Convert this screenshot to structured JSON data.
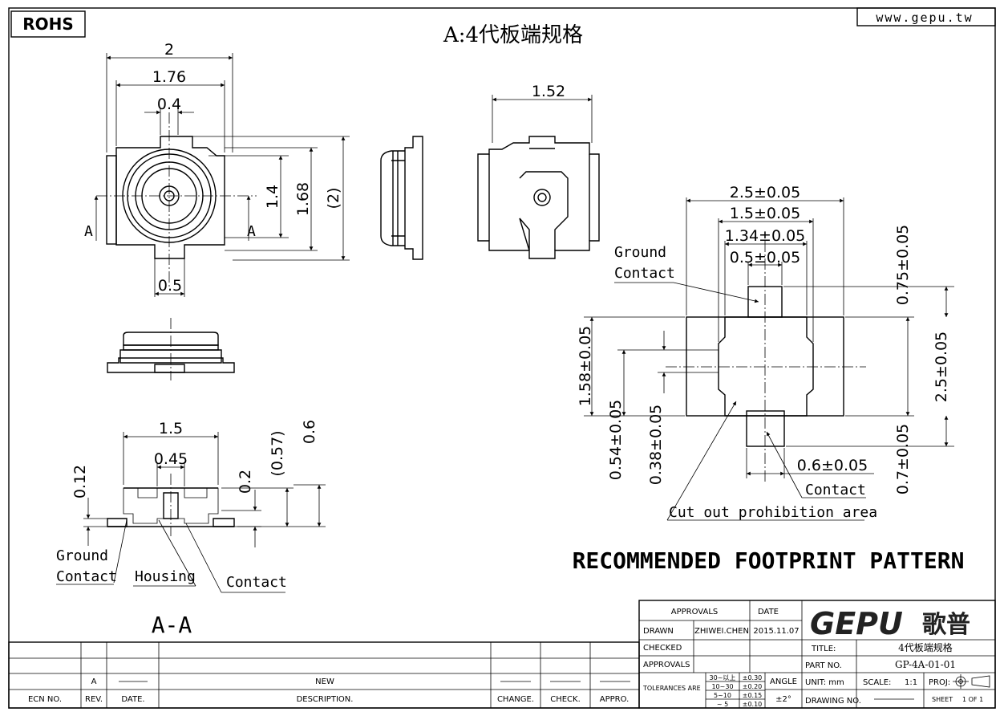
{
  "header": {
    "rohs": "ROHS",
    "title": "A:4代板端规格",
    "website": "www.gepu.tw"
  },
  "top_view": {
    "dims": [
      "2",
      "1.76",
      "0.4",
      "1.4",
      "1.68",
      "(2)",
      "0.5"
    ],
    "section_marks": [
      "A",
      "A"
    ]
  },
  "side_view": {
    "dims": [
      "1.52"
    ]
  },
  "section_view": {
    "dims": [
      "1.5",
      "0.45",
      "0.12",
      "0.2",
      "(0.57)",
      "0.6"
    ],
    "labels": [
      "Ground Contact",
      "Housing",
      "Contact"
    ],
    "ground_line1": "Ground",
    "ground_line2": "Contact",
    "caption": "A-A"
  },
  "footprint": {
    "dims_top": [
      "2.5±0.05",
      "1.5±0.05",
      "1.34±0.05",
      "0.5±0.05"
    ],
    "dims_right": [
      "0.75±0.05",
      "2.5±0.05",
      "0.7±0.05"
    ],
    "dims_left": [
      "1.58±0.05",
      "0.54±0.05",
      "0.38±0.05"
    ],
    "dims_bottom": [
      "0.6±0.05"
    ],
    "ground_line1": "Ground",
    "ground_line2": "Contact",
    "contact": "Contact",
    "cutout": "Cut out prohibition area",
    "caption": "RECOMMENDED FOOTPRINT PATTERN"
  },
  "title_block": {
    "approvals": "APPROVALS",
    "date": "DATE",
    "drawn": "DRAWN",
    "drawn_by": "ZHIWEI.CHEN",
    "drawn_date": "2015.11.07",
    "checked": "CHECKED",
    "approvals2": "APPROVALS",
    "tolerances": "TOLERANCES ARE",
    "tol_rows": [
      {
        "range": "30~以上",
        "tol": "±0.30"
      },
      {
        "range": "10~30",
        "tol": "±0.20"
      },
      {
        "range": "5~10",
        "tol": "±0.15"
      },
      {
        "range": "~ 5",
        "tol": "±0.10"
      }
    ],
    "angle": "ANGLE",
    "angle_tol": "±2°",
    "logo_text": "GEPU",
    "logo_cn": "歌普",
    "title_label": "TITLE:",
    "title_value": "4代板端规格",
    "part_label": "PART NO.",
    "part_value": "GP-4A-01-01",
    "unit": "UNIT:  mm",
    "scale_label": "SCALE:",
    "scale_value": "1:1",
    "proj": "PROJ:",
    "drawing_no": "DRAWING NO.",
    "sheet": "SHEET",
    "sheet_value": "1  OF  1"
  },
  "revision_block": {
    "headers": [
      "ECN NO.",
      "REV.",
      "DATE.",
      "DESCRIPTION.",
      "CHANGE.",
      "CHECK.",
      "APPRO."
    ],
    "row": {
      "rev": "A",
      "description": "NEW"
    }
  }
}
